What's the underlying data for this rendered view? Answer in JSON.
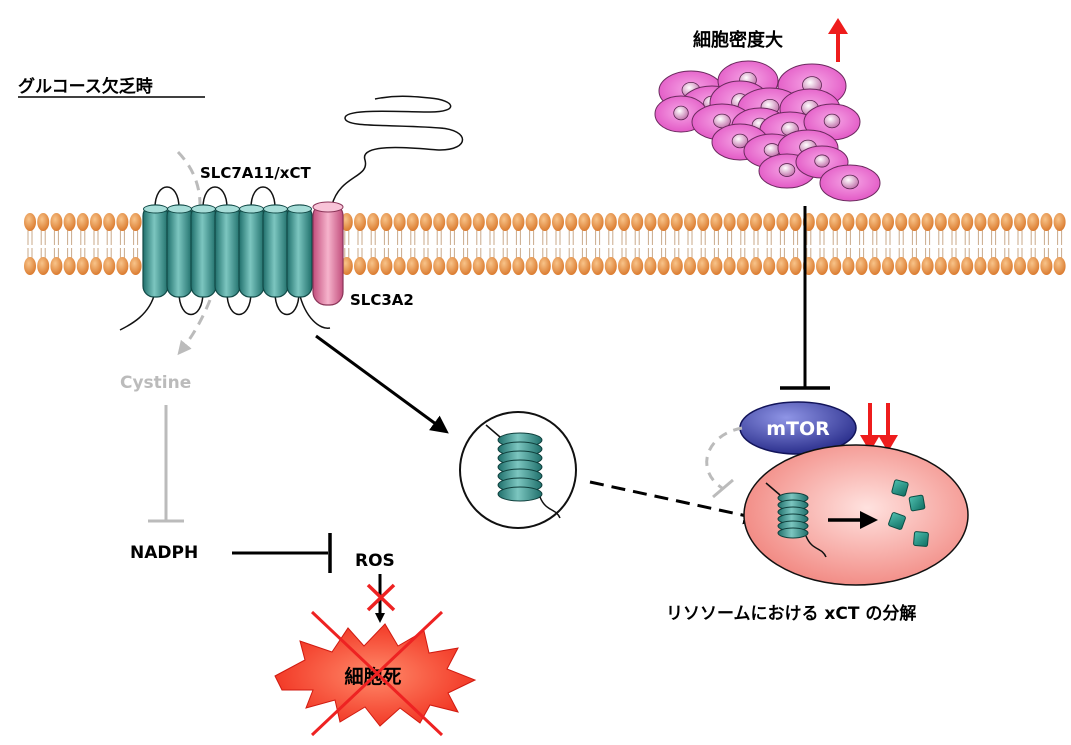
{
  "title": "グルコース欠乏時",
  "labels": {
    "transporter": "SLC7A11/xCT",
    "heavy_chain": "SLC3A2",
    "cystine": "Cystine",
    "nadph": "NADPH",
    "ros": "ROS",
    "cell_death": "細胞死",
    "cell_density": "細胞密度大",
    "mtor": "mTOR",
    "lysosome_caption": "リソソームにおける xCT の分解"
  },
  "colors": {
    "membrane": "#e8913a",
    "transporter": "#3a9a96",
    "slc3a2": "#e07aa0",
    "inhibited_gray": "#bbbbbb",
    "cells": "#e85fc8",
    "mtor": "#2b2f8f",
    "lysosome": "#f7a9a3",
    "degraded": "#1e8f80",
    "cross": "#ee2222",
    "explosion": "#f23a2a"
  }
}
